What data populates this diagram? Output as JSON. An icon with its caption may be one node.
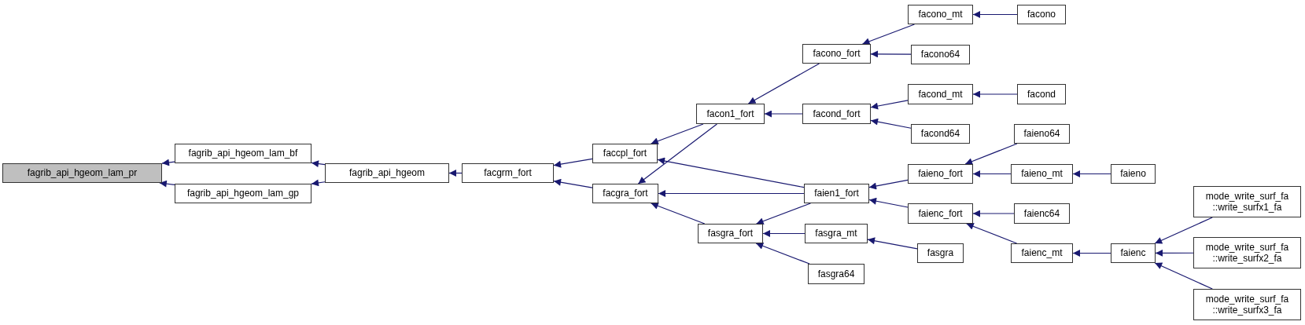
{
  "diagram": {
    "nodes": [
      {
        "text": [
          "fagrib_api_hgeom_lam_pr"
        ]
      },
      {
        "text": [
          "fagrib_api_hgeom_lam_bf"
        ]
      },
      {
        "text": [
          "fagrib_api_hgeom_lam_gp"
        ]
      },
      {
        "text": [
          "fagrib_api_hgeom"
        ]
      },
      {
        "text": [
          "facgrm_fort"
        ]
      },
      {
        "text": [
          "faccpl_fort"
        ]
      },
      {
        "text": [
          "facgra_fort"
        ]
      },
      {
        "text": [
          "facon1_fort"
        ]
      },
      {
        "text": [
          "fasgra_fort"
        ]
      },
      {
        "text": [
          "facono_fort"
        ]
      },
      {
        "text": [
          "facond_fort"
        ]
      },
      {
        "text": [
          "faien1_fort"
        ]
      },
      {
        "text": [
          "fasgra_mt"
        ]
      },
      {
        "text": [
          "fasgra64"
        ]
      },
      {
        "text": [
          "facono_mt"
        ]
      },
      {
        "text": [
          "facono64"
        ]
      },
      {
        "text": [
          "facond_mt"
        ]
      },
      {
        "text": [
          "facond64"
        ]
      },
      {
        "text": [
          "faieno_fort"
        ]
      },
      {
        "text": [
          "faienc_fort"
        ]
      },
      {
        "text": [
          "fasgra"
        ]
      },
      {
        "text": [
          "facono"
        ]
      },
      {
        "text": [
          "facond"
        ]
      },
      {
        "text": [
          "faieno64"
        ]
      },
      {
        "text": [
          "faieno_mt"
        ]
      },
      {
        "text": [
          "faienc64"
        ]
      },
      {
        "text": [
          "faienc_mt"
        ]
      },
      {
        "text": [
          "faieno"
        ]
      },
      {
        "text": [
          "faienc"
        ]
      },
      {
        "text": [
          "mode_write_surf_fa ::write_surfx1_fa"
        ]
      },
      {
        "text": [
          "mode_write_surf_fa ::write_surfx2_fa"
        ]
      },
      {
        "text": [
          "mode_write_surf_fa ::write_surfx3_fa"
        ]
      }
    ],
    "edges": [
      {
        "from": 1,
        "to": 0,
        "arrow": "to"
      },
      {
        "from": 2,
        "to": 0,
        "arrow": "to"
      },
      {
        "from": 3,
        "to": 1,
        "arrow": "to"
      },
      {
        "from": 3,
        "to": 2,
        "arrow": "to"
      },
      {
        "from": 4,
        "to": 3,
        "arrow": "to"
      },
      {
        "from": 5,
        "to": 4,
        "arrow": "to"
      },
      {
        "from": 6,
        "to": 4,
        "arrow": "to"
      },
      {
        "from": 7,
        "to": 5,
        "arrow": "to"
      },
      {
        "from": 7,
        "to": 6,
        "arrow": "to"
      },
      {
        "from": 11,
        "to": 5,
        "arrow": "to"
      },
      {
        "from": 11,
        "to": 6,
        "arrow": "to"
      },
      {
        "from": 8,
        "to": 6,
        "arrow": "to"
      },
      {
        "from": 9,
        "to": 7,
        "arrow": "to"
      },
      {
        "from": 10,
        "to": 7,
        "arrow": "to"
      },
      {
        "from": 11,
        "to": 8,
        "arrow": "to"
      },
      {
        "from": 12,
        "to": 8,
        "arrow": "to"
      },
      {
        "from": 13,
        "to": 8,
        "arrow": "to"
      },
      {
        "from": 14,
        "to": 9,
        "arrow": "to"
      },
      {
        "from": 15,
        "to": 9,
        "arrow": "to"
      },
      {
        "from": 16,
        "to": 10,
        "arrow": "to"
      },
      {
        "from": 17,
        "to": 10,
        "arrow": "to"
      },
      {
        "from": 18,
        "to": 11,
        "arrow": "to"
      },
      {
        "from": 19,
        "to": 11,
        "arrow": "to"
      },
      {
        "from": 20,
        "to": 12,
        "arrow": "to"
      },
      {
        "from": 21,
        "to": 14,
        "arrow": "to"
      },
      {
        "from": 22,
        "to": 16,
        "arrow": "to"
      },
      {
        "from": 23,
        "to": 18,
        "arrow": "to"
      },
      {
        "from": 24,
        "to": 18,
        "arrow": "to"
      },
      {
        "from": 25,
        "to": 19,
        "arrow": "to"
      },
      {
        "from": 26,
        "to": 19,
        "arrow": "to"
      },
      {
        "from": 27,
        "to": 24,
        "arrow": "to"
      },
      {
        "from": 28,
        "to": 26,
        "arrow": "to"
      },
      {
        "from": 29,
        "to": 28,
        "arrow": "to"
      },
      {
        "from": 30,
        "to": 28,
        "arrow": "to"
      },
      {
        "from": 31,
        "to": 28,
        "arrow": "to"
      }
    ]
  }
}
